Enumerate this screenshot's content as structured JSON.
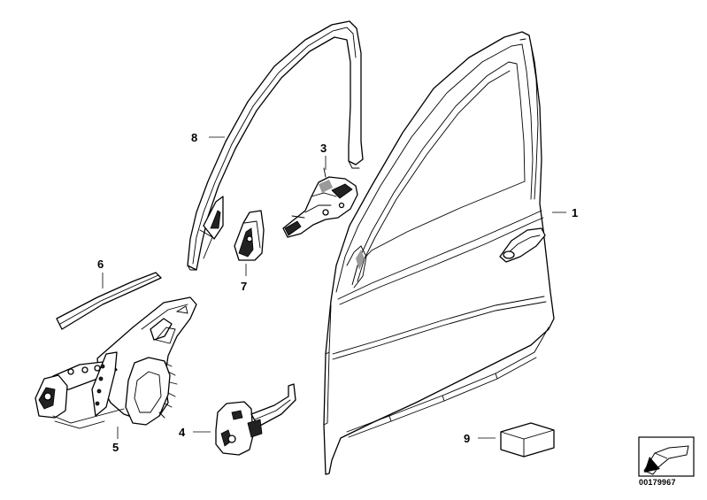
{
  "callouts": {
    "c1": "1",
    "c2": "3",
    "c3": "4",
    "c4": "5",
    "c5": "6",
    "c6": "7",
    "c7": "8",
    "c8": "9"
  },
  "diagram_id": "00179967",
  "icons": {
    "corner_badge": "folded-corner-arrow-icon"
  },
  "colors": {
    "line": "#000000",
    "background": "#ffffff"
  }
}
